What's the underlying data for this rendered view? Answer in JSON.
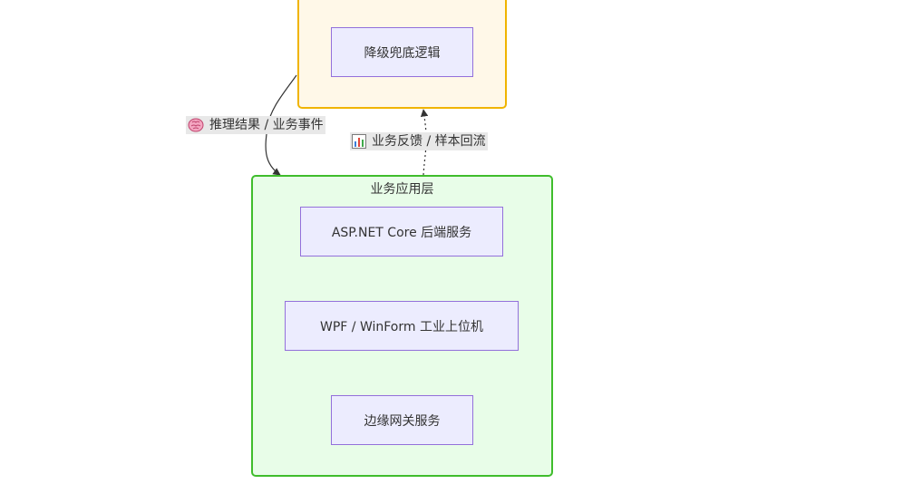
{
  "clusters": {
    "top": {
      "nodes": [
        "降级兜底逻辑"
      ]
    },
    "bottom": {
      "title": "业务应用层",
      "nodes": [
        "ASP.NET Core 后端服务",
        "WPF / WinForm 工业上位机",
        "边缘网关服务"
      ]
    }
  },
  "edges": [
    {
      "label": "推理结果 / 业务事件",
      "icon": "brain-icon",
      "style": "solid",
      "direction": "down"
    },
    {
      "label": "业务反馈 / 样本回流",
      "icon": "bar-chart-icon",
      "style": "dotted",
      "direction": "up"
    }
  ],
  "colors": {
    "top_cluster_fill": "#fff8e8",
    "top_cluster_border": "#f0b400",
    "bottom_cluster_fill": "#e8fde8",
    "bottom_cluster_border": "#3fbd2c",
    "node_fill": "#ececfe",
    "node_border": "#9370db",
    "edge": "#333333",
    "edge_label_bg": "#e8e8e8"
  }
}
